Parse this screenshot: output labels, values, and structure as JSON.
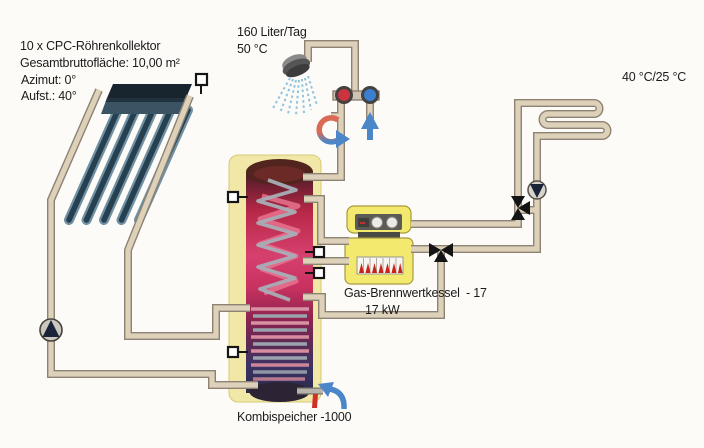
{
  "collector": {
    "line1": "10 x CPC-Röhrenkollektor",
    "line2": "Gesamtbruttofläche: 10,00 m²",
    "line3": "Azimut: 0°",
    "line4": "Aufst.: 40°"
  },
  "shower": {
    "flow": "160 Liter/Tag",
    "temperature": "50 °C"
  },
  "heating": {
    "temperatures": "40 °C/25 °C"
  },
  "boiler": {
    "name": "Gas-Brennwertkessel",
    "suffix": "- 17",
    "power": "17 kW"
  },
  "tank": {
    "label": "Kombispeicher -1000"
  },
  "colors": {
    "pipe_fill": "#ddd1ba",
    "pipe_outline": "#8d8274",
    "boiler_yellow": "#f3e96e",
    "tank_insulation": "#f1e7a6",
    "tank_hot": "#d63e6e",
    "tank_cold": "#2e2b4e",
    "collector_dark": "#26404f",
    "water_blue": "#4a86c8",
    "flame_red": "#c8221a",
    "valve_black": "#141414",
    "circulation_red": "#d96a55"
  },
  "icons": [
    "shower-icon",
    "circulation-arrow-icon",
    "cold-water-inlet-arrow-icon",
    "solar-pump-icon",
    "heating-pump-icon",
    "three-way-valve-icon",
    "temperature-sensor-icon",
    "tank-inlet-arrow-icon"
  ]
}
